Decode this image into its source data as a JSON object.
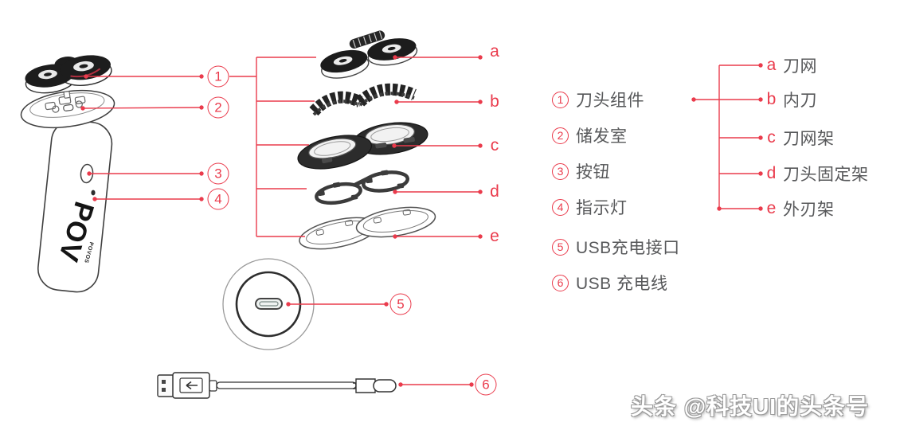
{
  "colors": {
    "accent_red": "#ea3b4c",
    "label_text": "#57585a",
    "background": "#ffffff"
  },
  "legend": {
    "items": [
      {
        "num": "1",
        "label": "刀头组件"
      },
      {
        "num": "2",
        "label": "储发室"
      },
      {
        "num": "3",
        "label": "按钮"
      },
      {
        "num": "4",
        "label": "指示灯"
      },
      {
        "num": "5",
        "label": "USB充电接口"
      },
      {
        "num": "6",
        "label": "USB 充电线"
      }
    ]
  },
  "parts_legend": {
    "items": [
      {
        "letter": "a",
        "label": "刀网"
      },
      {
        "letter": "b",
        "label": "内刀"
      },
      {
        "letter": "c",
        "label": "刀网架"
      },
      {
        "letter": "d",
        "label": "刀头固定架"
      },
      {
        "letter": "e",
        "label": "外刃架"
      }
    ]
  },
  "device": {
    "brand_large": "POV",
    "brand_small": "POVOS"
  },
  "watermark": "头条 @科技UI的头条号"
}
